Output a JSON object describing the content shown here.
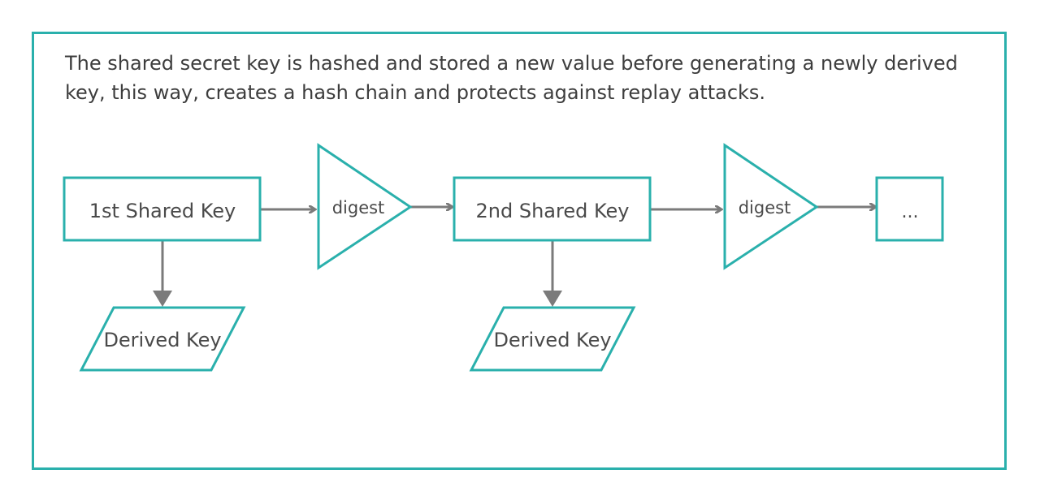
{
  "description_text": "The shared secret key is hashed and stored a new value before generating a newly derived key, this way, creates a hash chain and protects against replay attacks.",
  "colors": {
    "border": "#2ab0ac",
    "arrow": "#7b7b7b",
    "text": "#3d3d3d"
  },
  "nodes": {
    "key1": "1st Shared Key",
    "digest1": "digest",
    "key2": "2nd Shared Key",
    "digest2": "digest",
    "continuation": "...",
    "derived1": "Derived Key",
    "derived2": "Derived Key"
  }
}
